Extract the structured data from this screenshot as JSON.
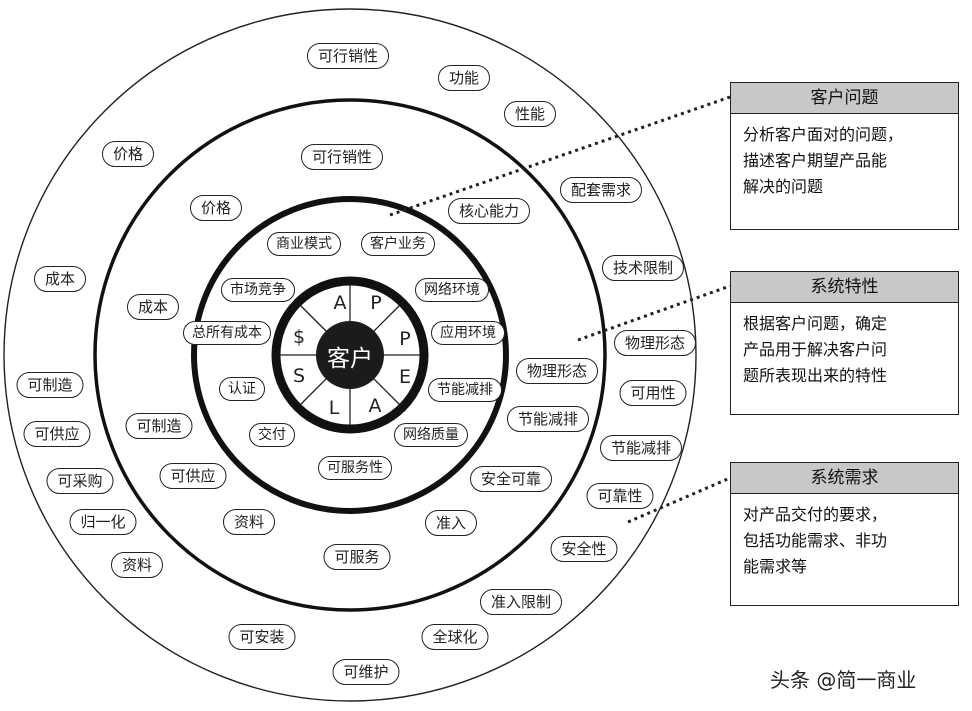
{
  "center": {
    "label": "客户"
  },
  "ring_letters": [
    "A",
    "P",
    "P",
    "E",
    "A",
    "L",
    "S",
    "$"
  ],
  "outer_ring_pills": [
    "可行销性",
    "功能",
    "性能",
    "价格",
    "配套需求",
    "技术限制",
    "物理形态",
    "可用性",
    "节能减排",
    "可靠性",
    "安全性",
    "准入限制",
    "全球化",
    "可维护",
    "可安装",
    "资料",
    "归一化",
    "可采购",
    "可供应",
    "可制造",
    "成本"
  ],
  "middle_ring_pills": [
    "可行销性",
    "核心能力",
    "价格",
    "成本",
    "物理形态",
    "节能减排",
    "安全可靠",
    "准入",
    "可服务",
    "资料",
    "可供应",
    "可制造"
  ],
  "inner_ring_pills": [
    "商业模式",
    "客户业务",
    "网络环境",
    "应用环境",
    "节能减排",
    "网络质量",
    "可服务性",
    "交付",
    "认证",
    "总所有成本",
    "市场竞争"
  ],
  "callouts": [
    {
      "title": "客户问题",
      "lines": [
        "分析客户面对的问题，",
        "描述客户期望产品能",
        "解决的问题"
      ]
    },
    {
      "title": "系统特性",
      "lines": [
        "根据客户问题，确定",
        "产品用于解决客户问",
        "题所表现出来的特性"
      ]
    },
    {
      "title": "系统需求",
      "lines": [
        "对产品交付的要求，",
        "包括功能需求、非功",
        "能需求等"
      ]
    }
  ],
  "watermark": "头条 @简一商业"
}
